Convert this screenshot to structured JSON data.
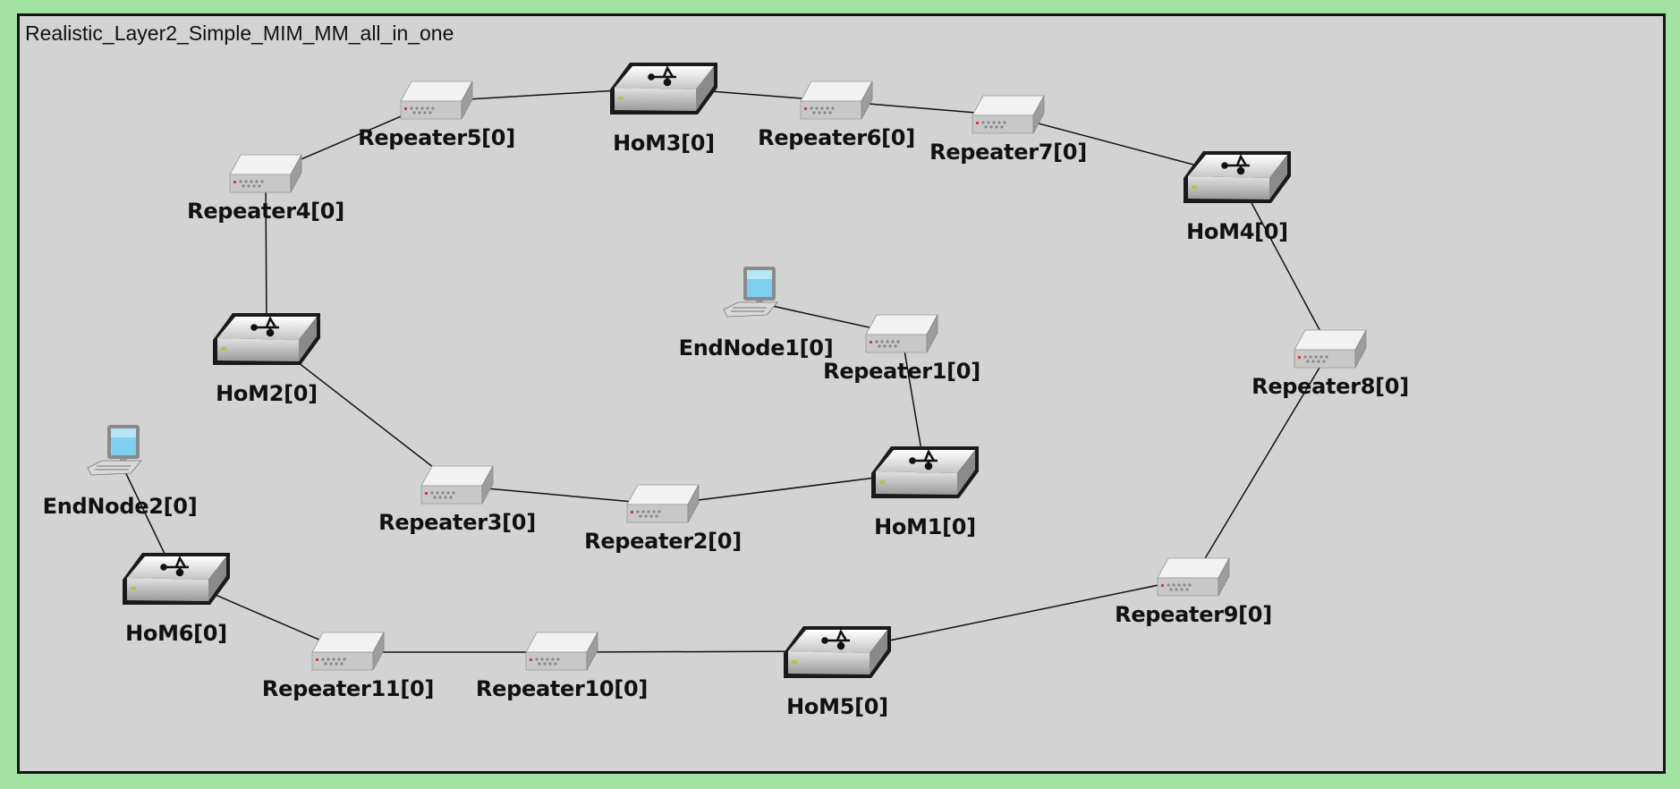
{
  "network_title": "Realistic_Layer2_Simple_MIM_MM_all_in_one",
  "nodes": [
    {
      "id": "hom1",
      "label": "HoM1[0]",
      "kind": "hom"
    },
    {
      "id": "hom2",
      "label": "HoM2[0]",
      "kind": "hom"
    },
    {
      "id": "hom3",
      "label": "HoM3[0]",
      "kind": "hom"
    },
    {
      "id": "hom4",
      "label": "HoM4[0]",
      "kind": "hom"
    },
    {
      "id": "hom5",
      "label": "HoM5[0]",
      "kind": "hom"
    },
    {
      "id": "hom6",
      "label": "HoM6[0]",
      "kind": "hom"
    },
    {
      "id": "rep1",
      "label": "Repeater1[0]",
      "kind": "repeater"
    },
    {
      "id": "rep2",
      "label": "Repeater2[0]",
      "kind": "repeater"
    },
    {
      "id": "rep3",
      "label": "Repeater3[0]",
      "kind": "repeater"
    },
    {
      "id": "rep4",
      "label": "Repeater4[0]",
      "kind": "repeater"
    },
    {
      "id": "rep5",
      "label": "Repeater5[0]",
      "kind": "repeater"
    },
    {
      "id": "rep6",
      "label": "Repeater6[0]",
      "kind": "repeater"
    },
    {
      "id": "rep7",
      "label": "Repeater7[0]",
      "kind": "repeater"
    },
    {
      "id": "rep8",
      "label": "Repeater8[0]",
      "kind": "repeater"
    },
    {
      "id": "rep9",
      "label": "Repeater9[0]",
      "kind": "repeater"
    },
    {
      "id": "rep10",
      "label": "Repeater10[0]",
      "kind": "repeater"
    },
    {
      "id": "rep11",
      "label": "Repeater11[0]",
      "kind": "repeater"
    },
    {
      "id": "end1",
      "label": "EndNode1[0]",
      "kind": "endnode"
    },
    {
      "id": "end2",
      "label": "EndNode2[0]",
      "kind": "endnode"
    }
  ],
  "links": [
    [
      "end1",
      "rep1"
    ],
    [
      "rep1",
      "hom1"
    ],
    [
      "hom1",
      "rep2"
    ],
    [
      "rep2",
      "rep3"
    ],
    [
      "rep3",
      "hom2"
    ],
    [
      "hom2",
      "rep4"
    ],
    [
      "rep4",
      "rep5"
    ],
    [
      "rep5",
      "hom3"
    ],
    [
      "hom3",
      "rep6"
    ],
    [
      "rep6",
      "rep7"
    ],
    [
      "rep7",
      "hom4"
    ],
    [
      "hom4",
      "rep8"
    ],
    [
      "rep8",
      "rep9"
    ],
    [
      "rep9",
      "hom5"
    ],
    [
      "hom5",
      "rep10"
    ],
    [
      "rep10",
      "rep11"
    ],
    [
      "rep11",
      "hom6"
    ],
    [
      "hom6",
      "end2"
    ]
  ]
}
